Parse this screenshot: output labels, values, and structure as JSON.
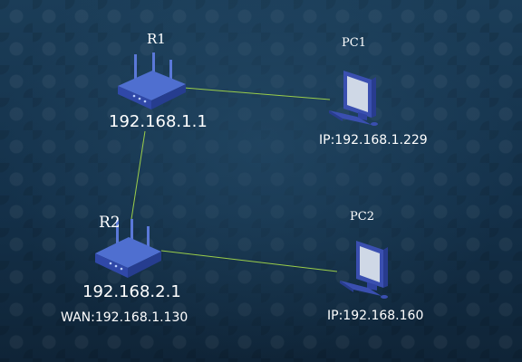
{
  "nodes": {
    "r1": {
      "name": "R1",
      "ip": "192.168.1.1"
    },
    "pc1": {
      "name": "PC1",
      "ip": "IP:192.168.1.229"
    },
    "r2": {
      "name": "R2",
      "ip": "192.168.2.1",
      "wan": "WAN:192.168.1.130"
    },
    "pc2": {
      "name": "PC2",
      "ip": "IP:192.168.160"
    }
  },
  "colors": {
    "background": "#16344d",
    "link": "#9acd4a",
    "router_top": "#4f6fd0",
    "router_front": "#3048a8",
    "pc_body": "#3a4fb0"
  },
  "links": [
    {
      "from": "r1",
      "to": "pc1"
    },
    {
      "from": "r1",
      "to": "r2"
    },
    {
      "from": "r2",
      "to": "pc2"
    }
  ]
}
